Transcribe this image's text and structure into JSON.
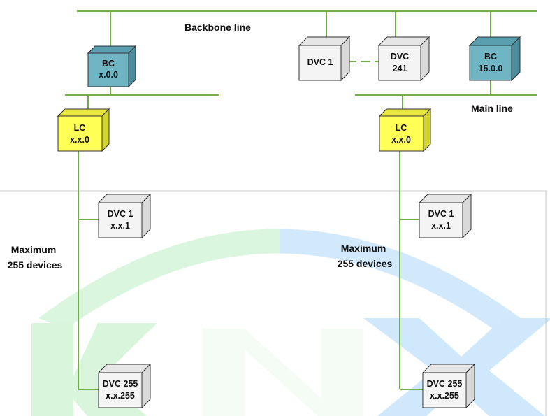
{
  "labels": {
    "backbone_line": "Backbone line",
    "main_line": "Main line",
    "maximum_left_1": "Maximum",
    "maximum_left_2": "255 devices",
    "maximum_right_1": "Maximum",
    "maximum_right_2": "255 devices"
  },
  "devices": {
    "bc_left": {
      "line1": "BC",
      "line2": "x.0.0"
    },
    "dvc1_top": {
      "line1": "DVC 1",
      "line2": ""
    },
    "dvc241": {
      "line1": "DVC",
      "line2": "241"
    },
    "bc_right": {
      "line1": "BC",
      "line2": "15.0.0"
    },
    "lc_left": {
      "line1": "LC",
      "line2": "x.x.0"
    },
    "lc_right": {
      "line1": "LC",
      "line2": "x.x.0"
    },
    "dvc1_left": {
      "line1": "DVC 1",
      "line2": "x.x.1"
    },
    "dvc1_right": {
      "line1": "DVC 1",
      "line2": "x.x.1"
    },
    "dvc255_left": {
      "line1": "DVC 255",
      "line2": "x.x.255"
    },
    "dvc255_right": {
      "line1": "DVC 255",
      "line2": "x.x.255"
    }
  },
  "colors": {
    "line": "#70ad47",
    "bc_fill": "#6fb5c4",
    "lc_fill": "#ffff55",
    "dvc_fill": "#f4f4f4",
    "logo_green": "#d9f5dc",
    "logo_blue": "#cfe8fb"
  },
  "watermark": "KNX"
}
